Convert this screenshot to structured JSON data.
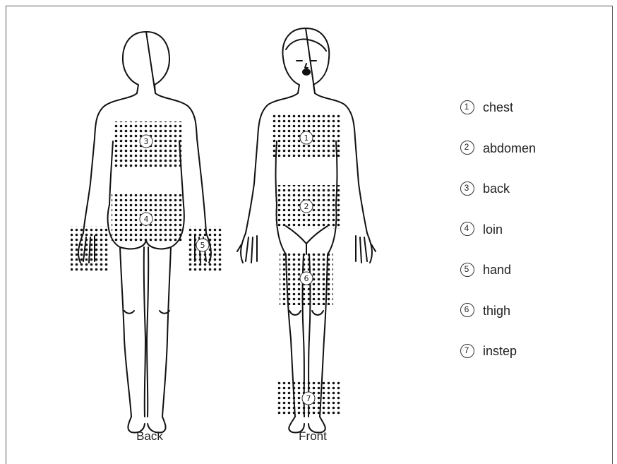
{
  "captions": {
    "back": "Back",
    "front": "Front"
  },
  "legend": [
    {
      "num": "1",
      "label": "chest"
    },
    {
      "num": "2",
      "label": "abdomen"
    },
    {
      "num": "3",
      "label": "back"
    },
    {
      "num": "4",
      "label": "loin"
    },
    {
      "num": "5",
      "label": "hand"
    },
    {
      "num": "6",
      "label": "thigh"
    },
    {
      "num": "7",
      "label": "instep"
    }
  ],
  "markers": {
    "chest": "1",
    "abdomen": "2",
    "back": "3",
    "loin": "4",
    "hand": "5",
    "thigh": "6",
    "instep": "7"
  }
}
